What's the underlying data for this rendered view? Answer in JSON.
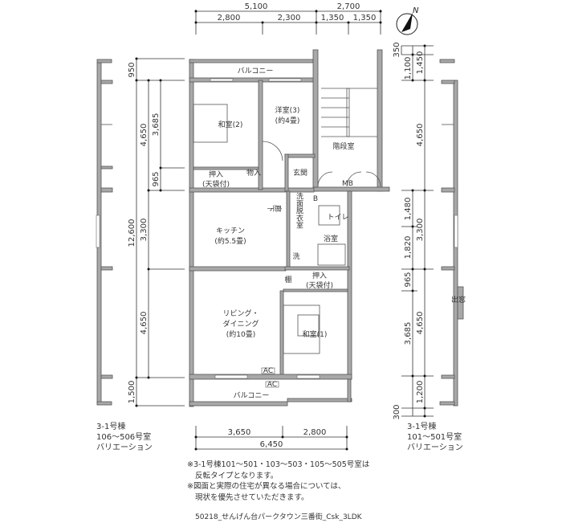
{
  "dims": {
    "top": {
      "total_left": "5,100",
      "total_right": "2,700",
      "a": "2,800",
      "b": "2,300",
      "c": "1,350",
      "d": "1,350"
    },
    "bottom": {
      "a": "3,650",
      "b": "2,800",
      "total": "6,450"
    },
    "left": {
      "top": "950",
      "total": "12,600",
      "bottom": "1,500",
      "r1": "4,650",
      "r2": "3,300",
      "r3": "4,650",
      "s1": "3,685",
      "s2": "965"
    },
    "right": {
      "t1": "350",
      "t2": "1,100",
      "t3": "1,450",
      "m1": "4,650",
      "m2": "3,300",
      "m3": "4,650",
      "s1": "1,480",
      "s2": "1,820",
      "s3": "965",
      "s4": "3,685",
      "s5": "1,200",
      "s6": "300"
    }
  },
  "rooms": {
    "balcony_top": "バルコニー",
    "washitsu2": "和室(2)",
    "yoshitsu3": "洋室(3)",
    "yoshitsu3_size": "(約4畳)",
    "stairs": "階段室",
    "entrance": "玄関",
    "closet1": "押入",
    "closet1_sub": "(天袋付)",
    "storage": "物入",
    "mb": "MB",
    "hallway": "廊下",
    "washroom": "洗面脱衣室",
    "b": "B",
    "toilet": "トイレ",
    "bath": "浴室",
    "washer": "洗",
    "kitchen": "キッチン",
    "kitchen_size": "(約5.5畳)",
    "shelf": "棚",
    "closet2": "押入",
    "closet2_sub": "(天袋付)",
    "living1": "リビング・",
    "living2": "ダイニング",
    "living_size": "(約10畳)",
    "washitsu1": "和室(1)",
    "ac1": "AC",
    "ac2": "AC",
    "balcony_bottom": "バルコニー",
    "window_right": "出窓"
  },
  "compass": "N",
  "left_variation": {
    "line1": "3-1号棟",
    "line2": "106〜506号室",
    "line3": "バリエーション"
  },
  "right_variation": {
    "line1": "3-1号棟",
    "line2": "101〜501号室",
    "line3": "バリエーション"
  },
  "notes": {
    "n1": "※3-1号棟101〜501・103〜503・105〜505号室は",
    "n1b": "反転タイプとなります。",
    "n2": "※図面と実際の住宅が異なる場合については、",
    "n2b": "現状を優先させていただきます。"
  },
  "footer": "50218_せんげん台パークタウン三番街_Csk_3LDK"
}
